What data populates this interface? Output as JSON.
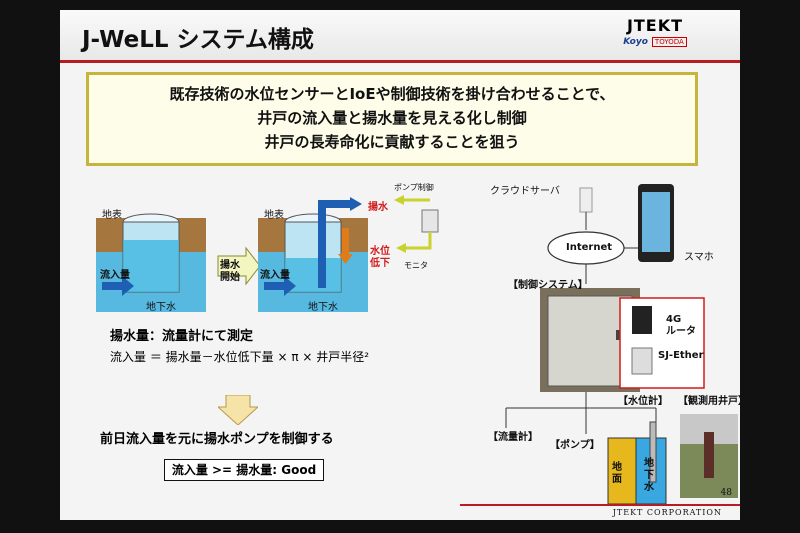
{
  "slide": {
    "title": "J-WeLL システム構成",
    "logo": {
      "main": "JTEKT",
      "sub1": "Koyo",
      "sub2": "TOYODA"
    },
    "callout": [
      "既存技術の水位センサーとIoEや制御技術を掛け合わせることで、",
      "井戸の流入量と揚水量を見える化し制御",
      "井戸の長寿命化に貢献することを狙う"
    ],
    "diagram_left": {
      "surface1": "地表",
      "surface2": "地表",
      "inflow1": "流入量",
      "inflow2": "流入量",
      "groundwater1": "地下水",
      "groundwater2": "地下水",
      "start": "揚水\n開始",
      "pumping": "揚水",
      "level_drop": "水位\n低下",
      "pump_control": "ポンプ制御",
      "monitor": "モニタ"
    },
    "formula_title": "揚水量：流量計にて測定",
    "formula": "流入量 ＝ 揚水量－水位低下量 × π × 井戸半径²",
    "control_text": "前日流入量を元に揚水ポンプを制御する",
    "good_text": "流入量 >= 揚水量: Good",
    "system": {
      "cloud_server": "クラウドサーバ",
      "internet": "Internet",
      "smartphone": "スマホ",
      "control_system": "【制御システム】",
      "router": "4G\nルータ",
      "sj_ether": "SJ-Ether",
      "water_gauge": "【水位計】",
      "observation_well": "【観測用井戸】",
      "flowmeter": "【流量計】",
      "pump": "【ポンプ】",
      "ground": "地\n面",
      "groundwater": "地\n下\n水"
    },
    "page_number": "48",
    "footer": "JTEKT CORPORATION",
    "colors": {
      "accent_red": "#b81c23",
      "water_blue": "#3fb6e0",
      "soil_brown": "#a5773f",
      "arrow_blue": "#1f5fb3",
      "arrow_orange": "#e07b1a",
      "callout_border": "#c7b43b"
    }
  }
}
